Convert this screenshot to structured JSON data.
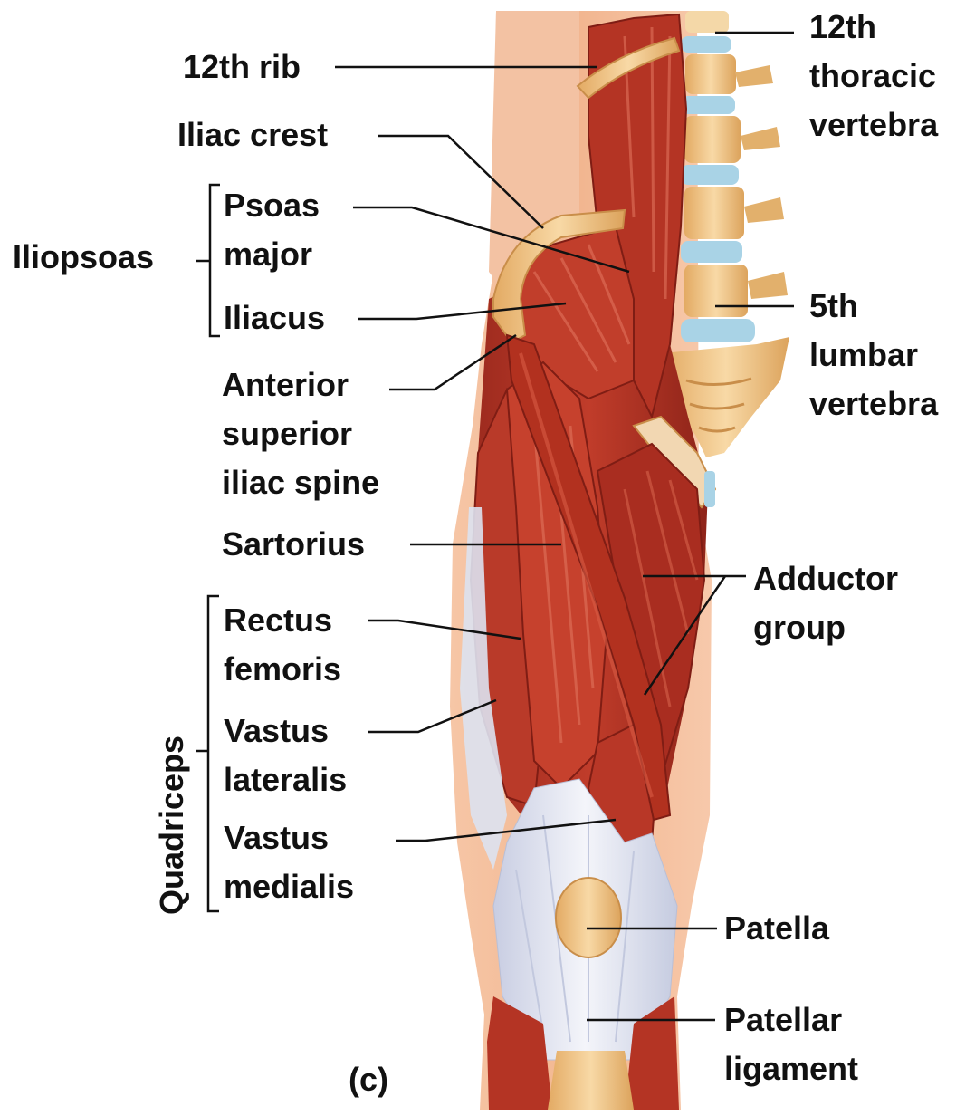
{
  "labels": {
    "rib12": "12th rib",
    "iliac_crest": "Iliac crest",
    "psoas_major": "Psoas\nmajor",
    "iliacus": "Iliacus",
    "asis": "Anterior\nsuperior\niliac spine",
    "sartorius": "Sartorius",
    "rectus_femoris": "Rectus\nfemoris",
    "vastus_lateralis": "Vastus\nlateralis",
    "vastus_medialis": "Vastus\nmedialis",
    "thoracic12": "12th\nthoracic\nvertebra",
    "lumbar5": "5th\nlumbar\nvertebra",
    "adductor_group": "Adductor\ngroup",
    "patella": "Patella",
    "patellar_ligament": "Patellar\nligament",
    "panel": "(c)"
  },
  "groups": {
    "iliopsoas": "Iliopsoas",
    "quadriceps": "Quadriceps"
  },
  "colors": {
    "muscle": "#b53526",
    "muscle_dark": "#7f1d14",
    "muscle_light": "#d2513c",
    "skin": "#f0b48e",
    "bone": "#f2c98c",
    "disc": "#a9d3e6",
    "tendon": "#e6e9f4",
    "leader": "#111111"
  }
}
